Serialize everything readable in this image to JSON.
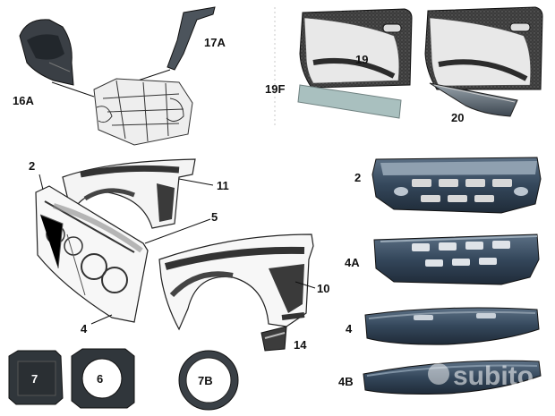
{
  "labels": {
    "l16A": "16A",
    "l17A": "17A",
    "l19": "19",
    "l19F": "19F",
    "l20": "20",
    "l2a": "2",
    "l11": "11",
    "l5": "5",
    "l4a": "4",
    "l10": "10",
    "l14": "14",
    "l2b": "2",
    "l4A": "4A",
    "l4b": "4",
    "l4B": "4B",
    "l7": "7",
    "l6": "6",
    "l7B": "7B"
  },
  "watermark": "subito",
  "colors": {
    "dark_part": "#2f3338",
    "metal": "#6f7f8c",
    "bumper": "#3d4f63",
    "strip": "#a9c0bf",
    "stripes": "#3a3a3a"
  }
}
